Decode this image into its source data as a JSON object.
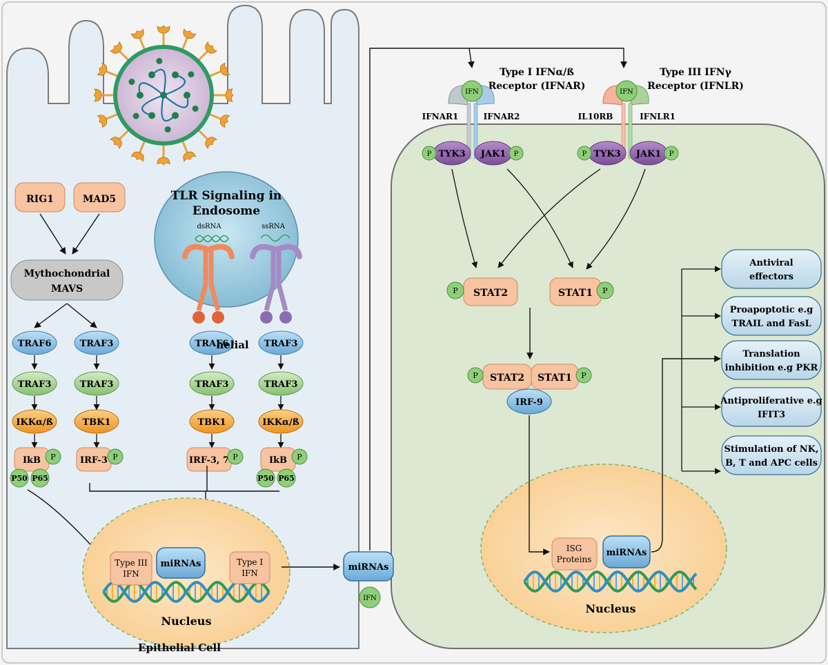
{
  "colors": {
    "cell_fill": "#e7eff6",
    "right_cell_fill": "#dce8d2",
    "nucleus_fill": "#fbd7a4",
    "peach": "#f8c3a0",
    "blue_node": "#86bde6",
    "green_node": "#9ed08d",
    "orange_node": "#f4a742",
    "p_green": "#8fcf7a",
    "purple": "#8c5fa8",
    "grey_node": "#c8c8c8",
    "endosome": "#9ccbe0",
    "effector_fill": "#cfe3ef",
    "arrow": "#111111"
  },
  "labels": {
    "rig1": "RIG1",
    "mad5": "MAD5",
    "mavs_line1": "Mythochondrial",
    "mavs_line2": "MAVS",
    "tlr_line1": "TLR Signaling in",
    "tlr_line2": "Endosome",
    "dsrna": "dsRNA",
    "ssrna": "ssRNA",
    "elial": "helial",
    "traf6": "TRAF6",
    "traf3": "TRAF3",
    "ikk": "IKKα/ß",
    "tbk1": "TBK1",
    "ikb": "IkB",
    "irf3": "IRF-3",
    "irf37": "IRF-3, 7",
    "p": "P",
    "p50": "P50",
    "p65": "P65",
    "type3_ifn_line1": "Type III",
    "type3_ifn_line2": "IFN",
    "type1_ifn_line1": "Type I",
    "type1_ifn_line2": "IFN",
    "mirnas": "miRNAs",
    "nucleus": "Nucleus",
    "epithelial_cell": "Epithelial Cell",
    "ifn": "IFN",
    "ifnar_title_line1": "Type I IFNα/ß",
    "ifnar_title_line2": "Receptor (IFNAR)",
    "ifnlr_title_line1": "Type III IFNγ",
    "ifnlr_title_line2": "Receptor (IFNLR)",
    "ifnar1": "IFNAR1",
    "ifnar2": "IFNAR2",
    "il10rb": "IL10RB",
    "ifnlr1": "IFNLR1",
    "tyk3": "TYK3",
    "jak1": "JAK1",
    "stat2": "STAT2",
    "stat1": "STAT1",
    "irf9": "IRF-9",
    "isg_line1": "ISG",
    "isg_line2": "Proteins",
    "effectors": [
      {
        "line1": "Antiviral",
        "line2": "effectors"
      },
      {
        "line1": "Proapoptotic e.g",
        "line2": "TRAIL and FasL"
      },
      {
        "line1": "Translation",
        "line2": "inhibition e.g  PKR"
      },
      {
        "line1": "Antiproliferative e.g",
        "line2": "IFIT3"
      },
      {
        "line1": "Stimulation of NK,",
        "line2": "B, T and APC cells"
      }
    ]
  }
}
